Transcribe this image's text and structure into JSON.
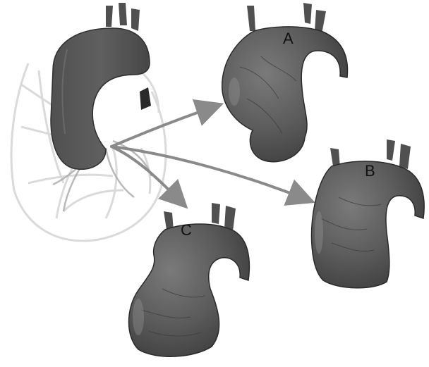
{
  "labels": {
    "a": "A",
    "b": "B",
    "c": "C"
  },
  "colors": {
    "aneurysm_fill": "#5b5b5b",
    "aneurysm_shadow": "#3e3e3e",
    "vessel_outline": "#2a2a2a",
    "heart_sketch": "#d9d9d9",
    "arrow": "#8a8a8a",
    "label_text": "#111111"
  },
  "icons": [
    "heart-sketch",
    "aorta-illustration",
    "arrow"
  ]
}
